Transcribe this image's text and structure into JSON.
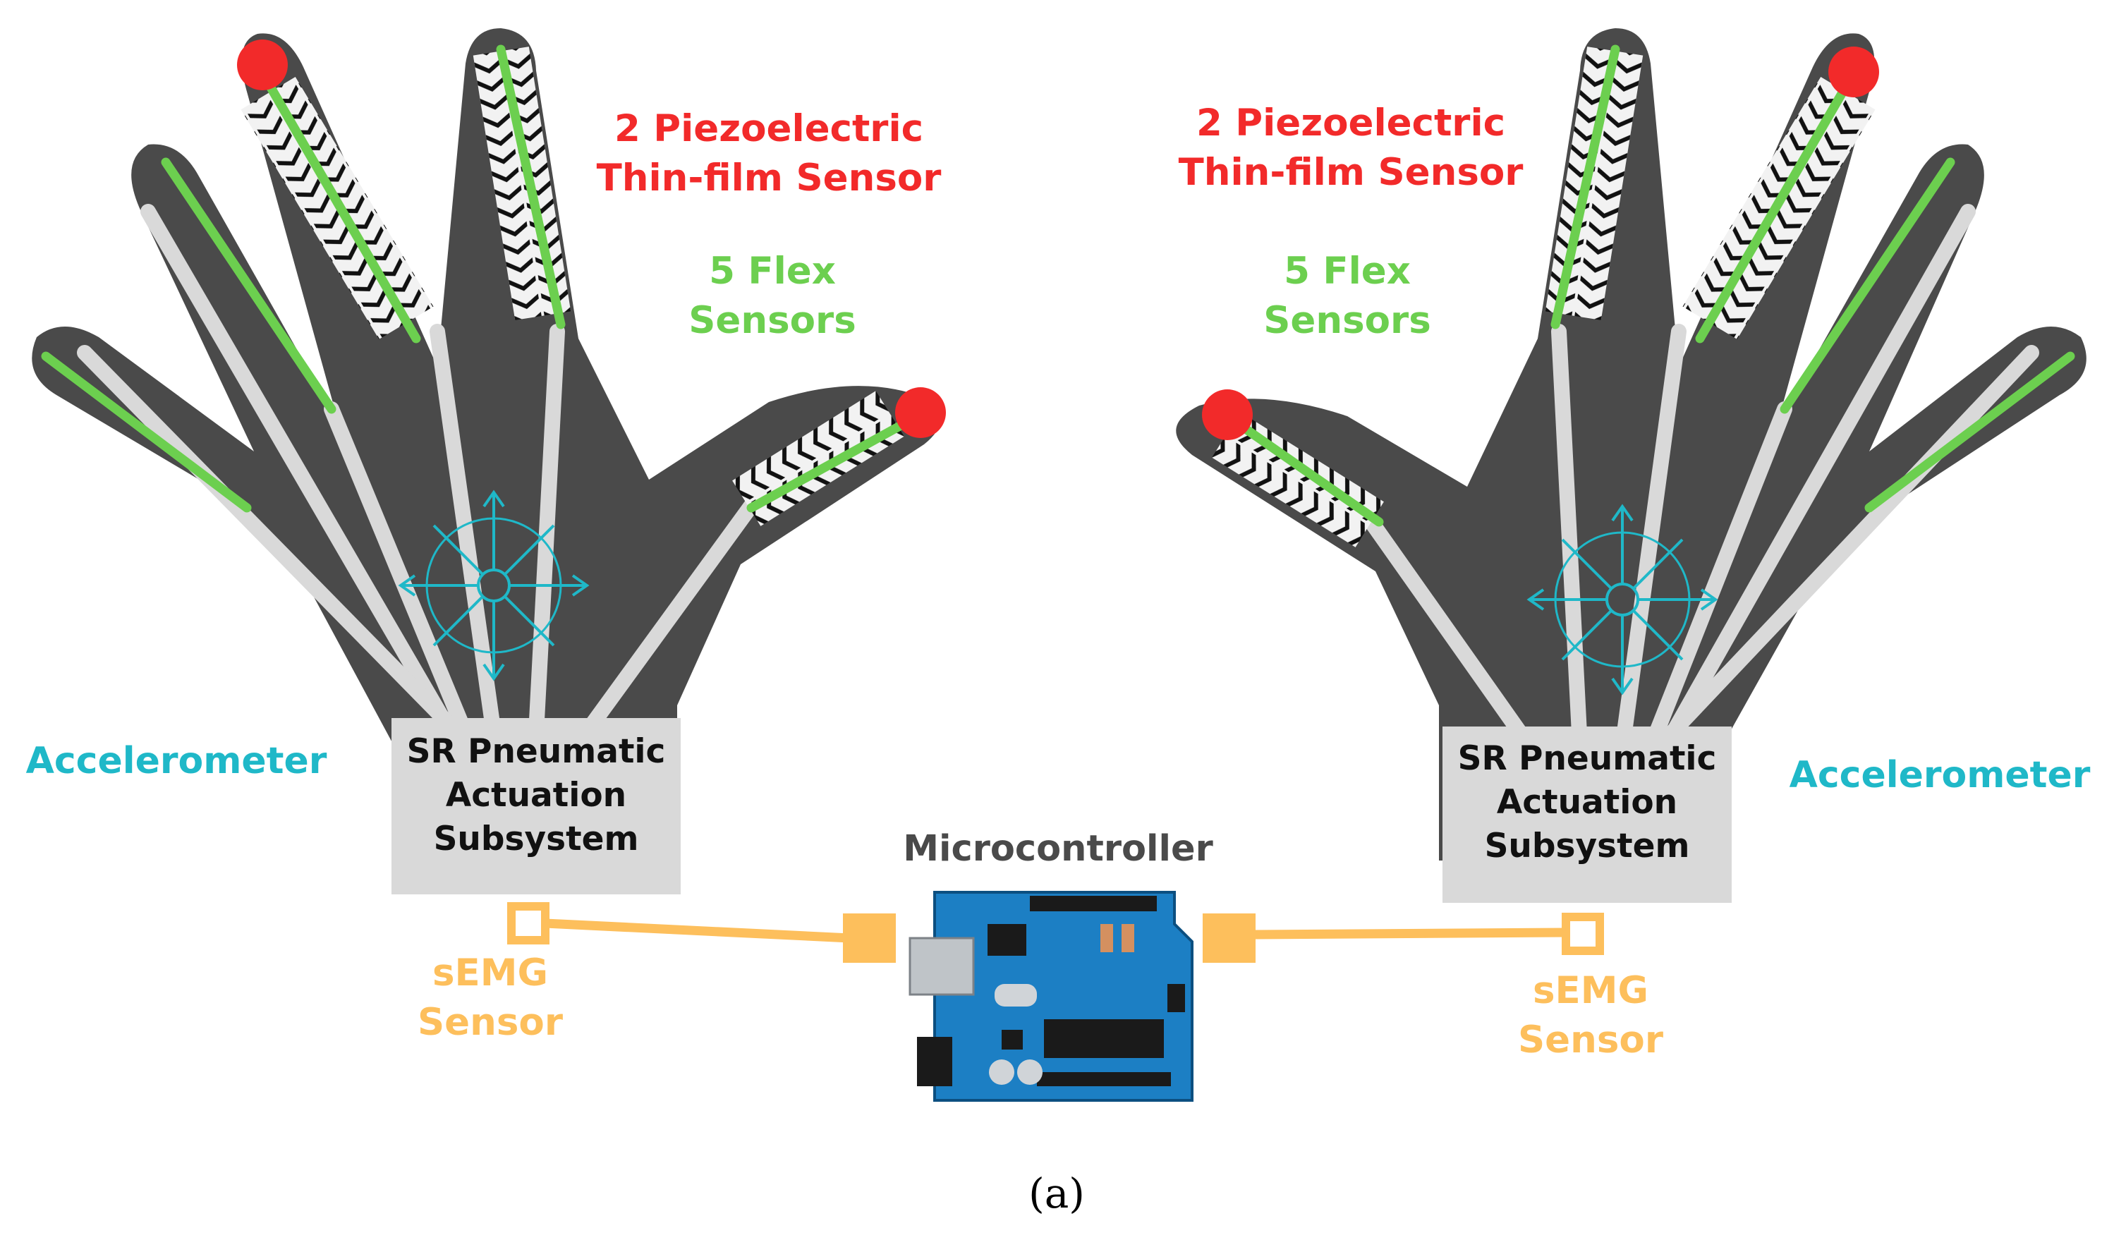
{
  "colors": {
    "hand": "#4a4a4a",
    "strip": "#d9d9d9",
    "flex": "#6ccf4f",
    "piezo": "#f22a2a",
    "cyan": "#1fb8c8",
    "orange": "#fdbf5c",
    "board_blue": "#1c7fc4",
    "box": "#d9d9d9"
  },
  "left_hand": {
    "piezo_label": [
      "2 Piezoelectric",
      "Thin-film Sensor"
    ],
    "flex_label": [
      "5 Flex",
      "Sensors"
    ],
    "accelerometer_label": "Accelerometer",
    "actuation_box": [
      "SR Pneumatic",
      "Actuation",
      "Subsystem"
    ],
    "semg_label": [
      "sEMG",
      "Sensor"
    ]
  },
  "right_hand": {
    "piezo_label": [
      "2 Piezoelectric",
      "Thin-film Sensor"
    ],
    "flex_label": [
      "5 Flex",
      "Sensors"
    ],
    "accelerometer_label": "Accelerometer",
    "actuation_box": [
      "SR Pneumatic",
      "Actuation",
      "Subsystem"
    ],
    "semg_label": [
      "sEMG",
      "Sensor"
    ]
  },
  "microcontroller_label": "Microcontroller",
  "caption": "(a)"
}
